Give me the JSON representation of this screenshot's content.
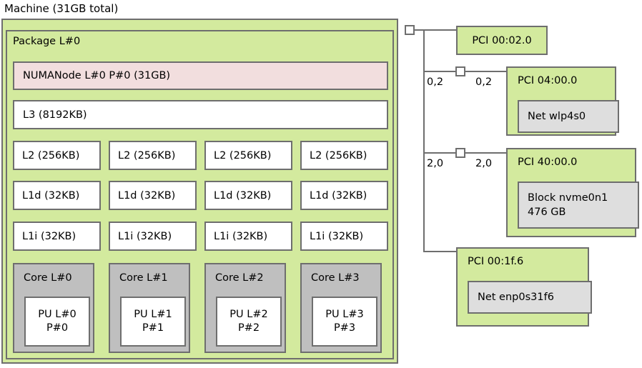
{
  "machine": {
    "title": "Machine (31GB total)",
    "package": {
      "label": "Package L#0",
      "numanode": "NUMANode L#0 P#0 (31GB)",
      "l3": "L3 (8192KB)",
      "l2": [
        "L2 (256KB)",
        "L2 (256KB)",
        "L2 (256KB)",
        "L2 (256KB)"
      ],
      "l1d": [
        "L1d (32KB)",
        "L1d (32KB)",
        "L1d (32KB)",
        "L1d (32KB)"
      ],
      "l1i": [
        "L1i (32KB)",
        "L1i (32KB)",
        "L1i (32KB)",
        "L1i (32KB)"
      ],
      "cores": [
        {
          "label": "Core L#0",
          "pu_l": "PU L#0",
          "pu_p": "P#0"
        },
        {
          "label": "Core L#1",
          "pu_l": "PU L#1",
          "pu_p": "P#1"
        },
        {
          "label": "Core L#2",
          "pu_l": "PU L#2",
          "pu_p": "P#2"
        },
        {
          "label": "Core L#3",
          "pu_l": "PU L#3",
          "pu_p": "P#3"
        }
      ]
    }
  },
  "io_tree": {
    "branches": [
      {
        "pci": "PCI 00:02.0",
        "has_bridge": false,
        "link_left": "",
        "link_right": "",
        "osdev": null
      },
      {
        "pci": "PCI 04:00.0",
        "has_bridge": true,
        "link_left": "0,2",
        "link_right": "0,2",
        "osdev": {
          "line1": "Net wlp4s0",
          "line2": ""
        }
      },
      {
        "pci": "PCI 40:00.0",
        "has_bridge": true,
        "link_left": "2,0",
        "link_right": "2,0",
        "osdev": {
          "line1": "Block nvme0n1",
          "line2": "476 GB"
        }
      },
      {
        "pci": "PCI 00:1f.6",
        "has_bridge": false,
        "link_left": "",
        "link_right": "",
        "osdev": {
          "line1": "Net enp0s31f6",
          "line2": ""
        }
      }
    ]
  },
  "colors": {
    "machine_green": "#d3ea9e",
    "numa_pink": "#f2dede",
    "core_gray": "#bfbfbf",
    "osdev_gray": "#dedede",
    "cache_white": "#ffffff",
    "border_gray": "#6e6e6e"
  }
}
